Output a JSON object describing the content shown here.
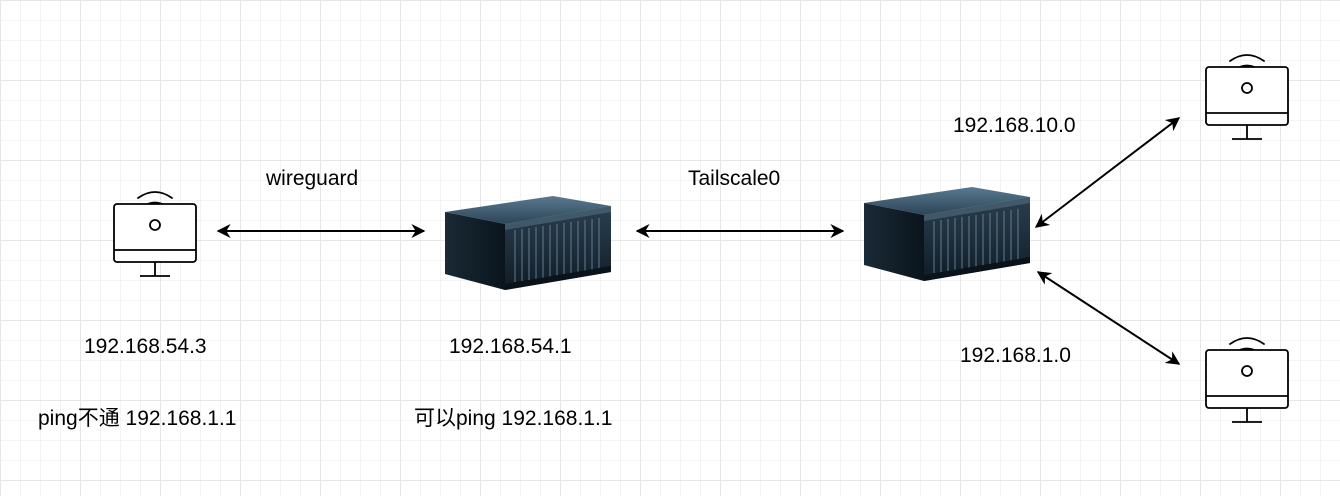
{
  "diagram": {
    "nodes": {
      "client_pc": {
        "icon": "monitor-wifi-icon",
        "ip": "192.168.54.3",
        "note": "ping不通 192.168.1.1"
      },
      "server_a": {
        "icon": "rack-server-icon",
        "ip": "192.168.54.1",
        "note": "可以ping 192.168.1.1"
      },
      "server_b": {
        "icon": "rack-server-icon"
      },
      "pc_top_right": {
        "icon": "monitor-wifi-icon"
      },
      "pc_bottom_right": {
        "icon": "monitor-wifi-icon"
      }
    },
    "links": {
      "wireguard": "wireguard",
      "tailscale": "Tailscale0",
      "subnet_top": "192.168.10.0",
      "subnet_bottom": "192.168.1.0"
    },
    "colors": {
      "line": "#000000",
      "monitor_stroke": "#000000",
      "server_body": "#1f3140"
    }
  }
}
